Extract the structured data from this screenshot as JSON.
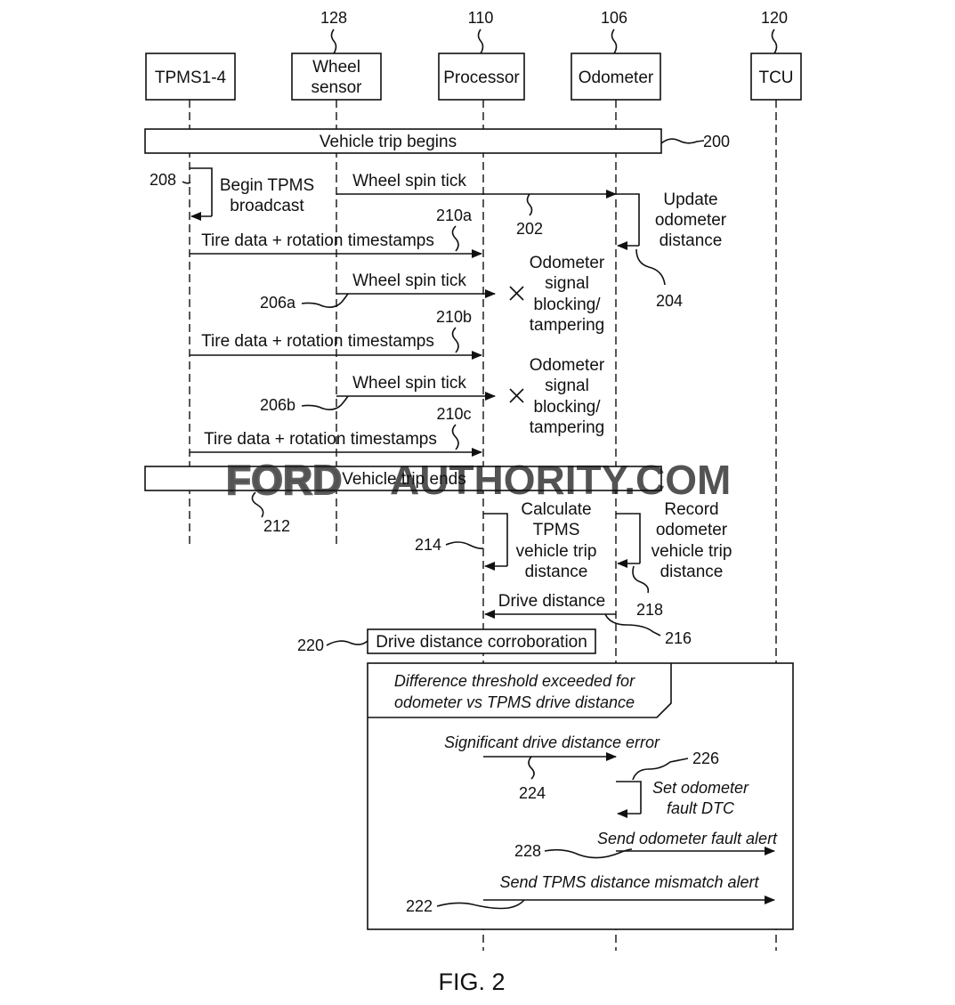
{
  "figure_label": "FIG. 2",
  "watermark": {
    "part1": "FORD",
    "part2": "AUTHORITY.COM"
  },
  "participants": [
    {
      "ref": "",
      "label_lines": [
        "TPMS1-4"
      ]
    },
    {
      "ref": "128",
      "label_lines": [
        "Wheel",
        "sensor"
      ]
    },
    {
      "ref": "110",
      "label_lines": [
        "Processor"
      ]
    },
    {
      "ref": "106",
      "label_lines": [
        "Odometer"
      ]
    },
    {
      "ref": "120",
      "label_lines": [
        "TCU"
      ]
    }
  ],
  "frames": {
    "trip_begins": {
      "label": "Vehicle trip begins",
      "ref": "200"
    },
    "trip_ends": {
      "label": "Vehicle trip ends",
      "ref": "212"
    }
  },
  "messages": {
    "tick1": {
      "label": "Wheel spin tick",
      "ref": "202"
    },
    "tire1": {
      "label": "Tire data + rotation timestamps",
      "ref": "210a"
    },
    "tick2": {
      "label": "Wheel spin tick",
      "ref": "206a"
    },
    "tire2": {
      "label": "Tire data + rotation timestamps",
      "ref": "210b"
    },
    "tick3": {
      "label": "Wheel spin tick",
      "ref": "206b"
    },
    "tire3": {
      "label": "Tire data + rotation timestamps",
      "ref": "210c"
    },
    "drive_distance": {
      "label": "Drive distance",
      "ref": "216"
    },
    "error": {
      "label": "Significant drive distance error",
      "ref": "224"
    },
    "odometer_alert": {
      "label": "Send odometer fault alert",
      "ref": "228"
    },
    "tpms_alert": {
      "label": "Send TPMS distance mismatch alert",
      "ref": "222"
    }
  },
  "self_actions": {
    "begin_tpms": {
      "lines": [
        "Begin TPMS",
        "broadcast"
      ],
      "ref": "208"
    },
    "update_odometer": {
      "lines": [
        "Update",
        "odometer",
        "distance"
      ],
      "ref": "204"
    },
    "calc_tpms": {
      "lines": [
        "Calculate",
        "TPMS",
        "vehicle trip",
        "distance"
      ],
      "ref": "214"
    },
    "record_odometer": {
      "lines": [
        "Record",
        "odometer",
        "vehicle trip",
        "distance"
      ],
      "ref": "218"
    },
    "set_dtc": {
      "lines": [
        "Set odometer",
        "fault DTC"
      ],
      "ref": "226"
    }
  },
  "blocking_notes": [
    {
      "lines": [
        "Odometer",
        "signal",
        "blocking/",
        "tampering"
      ]
    },
    {
      "lines": [
        "Odometer",
        "signal",
        "blocking/",
        "tampering"
      ]
    }
  ],
  "corroboration": {
    "label": "Drive distance corroboration",
    "ref": "220"
  },
  "condition": {
    "lines": [
      "Difference threshold exceeded for",
      "odometer vs TPMS drive distance"
    ]
  }
}
